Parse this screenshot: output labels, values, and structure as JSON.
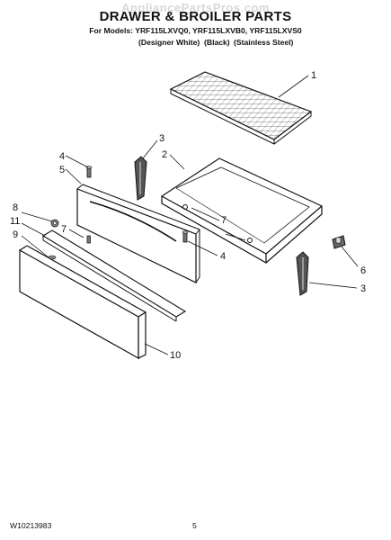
{
  "header": {
    "watermark": "AppliancePartsPros.com",
    "title": "DRAWER & BROILER PARTS",
    "models_line": "For Models: YRF115LXVQ0, YRF115LXVB0, YRF115LXVS0",
    "variants": [
      "(Designer White)",
      "(Black)",
      "(Stainless Steel)"
    ]
  },
  "callouts": {
    "c1": "1",
    "c2": "2",
    "c3a": "3",
    "c3b": "3",
    "c4a": "4",
    "c4b": "4",
    "c5": "5",
    "c6": "6",
    "c7a": "7",
    "c7b": "7",
    "c8": "8",
    "c9": "9",
    "c10": "10",
    "c11": "11"
  },
  "footer": {
    "doc_number": "W10213983",
    "page_number": "5"
  }
}
